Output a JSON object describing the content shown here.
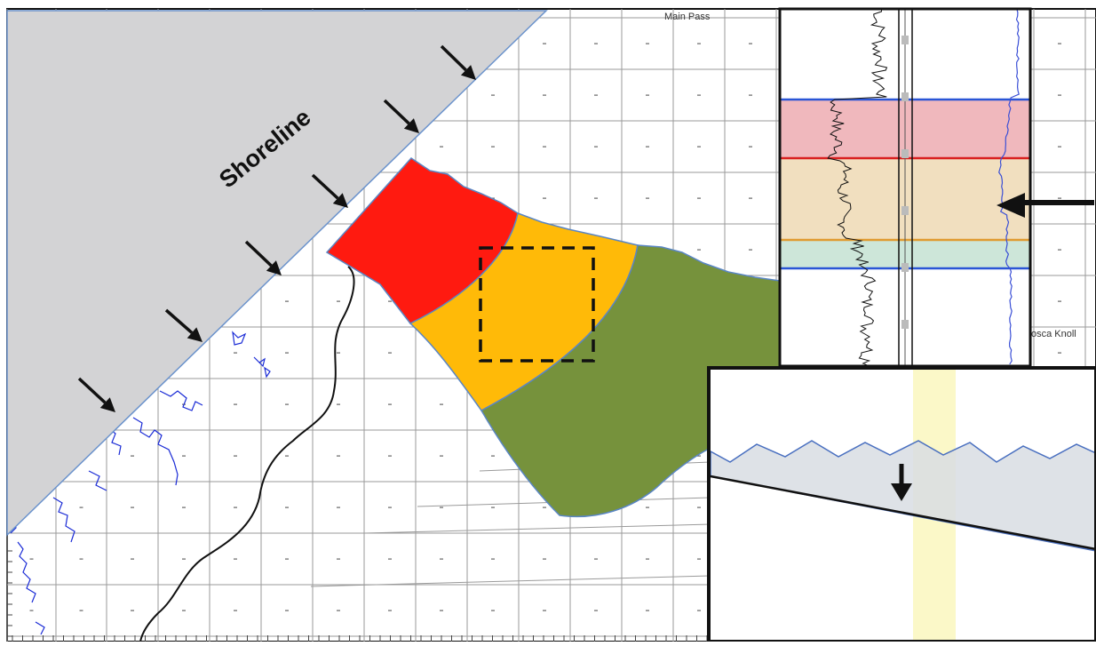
{
  "labels": {
    "shoreline": "Shoreline",
    "main_pass": "Main Pass",
    "viosca_knoll": "osca Knoll"
  },
  "icons": {
    "arrows": "arrow-icon"
  },
  "colors": {
    "land": "#d3d3d5",
    "zone_proximal": "#ff1a10",
    "zone_middle": "#ffba08",
    "zone_distal": "#76923c",
    "zone_outline": "#5a86c4",
    "shore_outline": "#6a92cc",
    "coast_trace": "#1a2bd6",
    "grid_line": "#9a9a9a",
    "log_band_top": "#f0b8bd",
    "log_band_mid": "#f1dfbf",
    "log_band_low": "#cde6d9",
    "highlight_column": "#fbf8c8",
    "xsec_fill": "#d8dde3"
  }
}
